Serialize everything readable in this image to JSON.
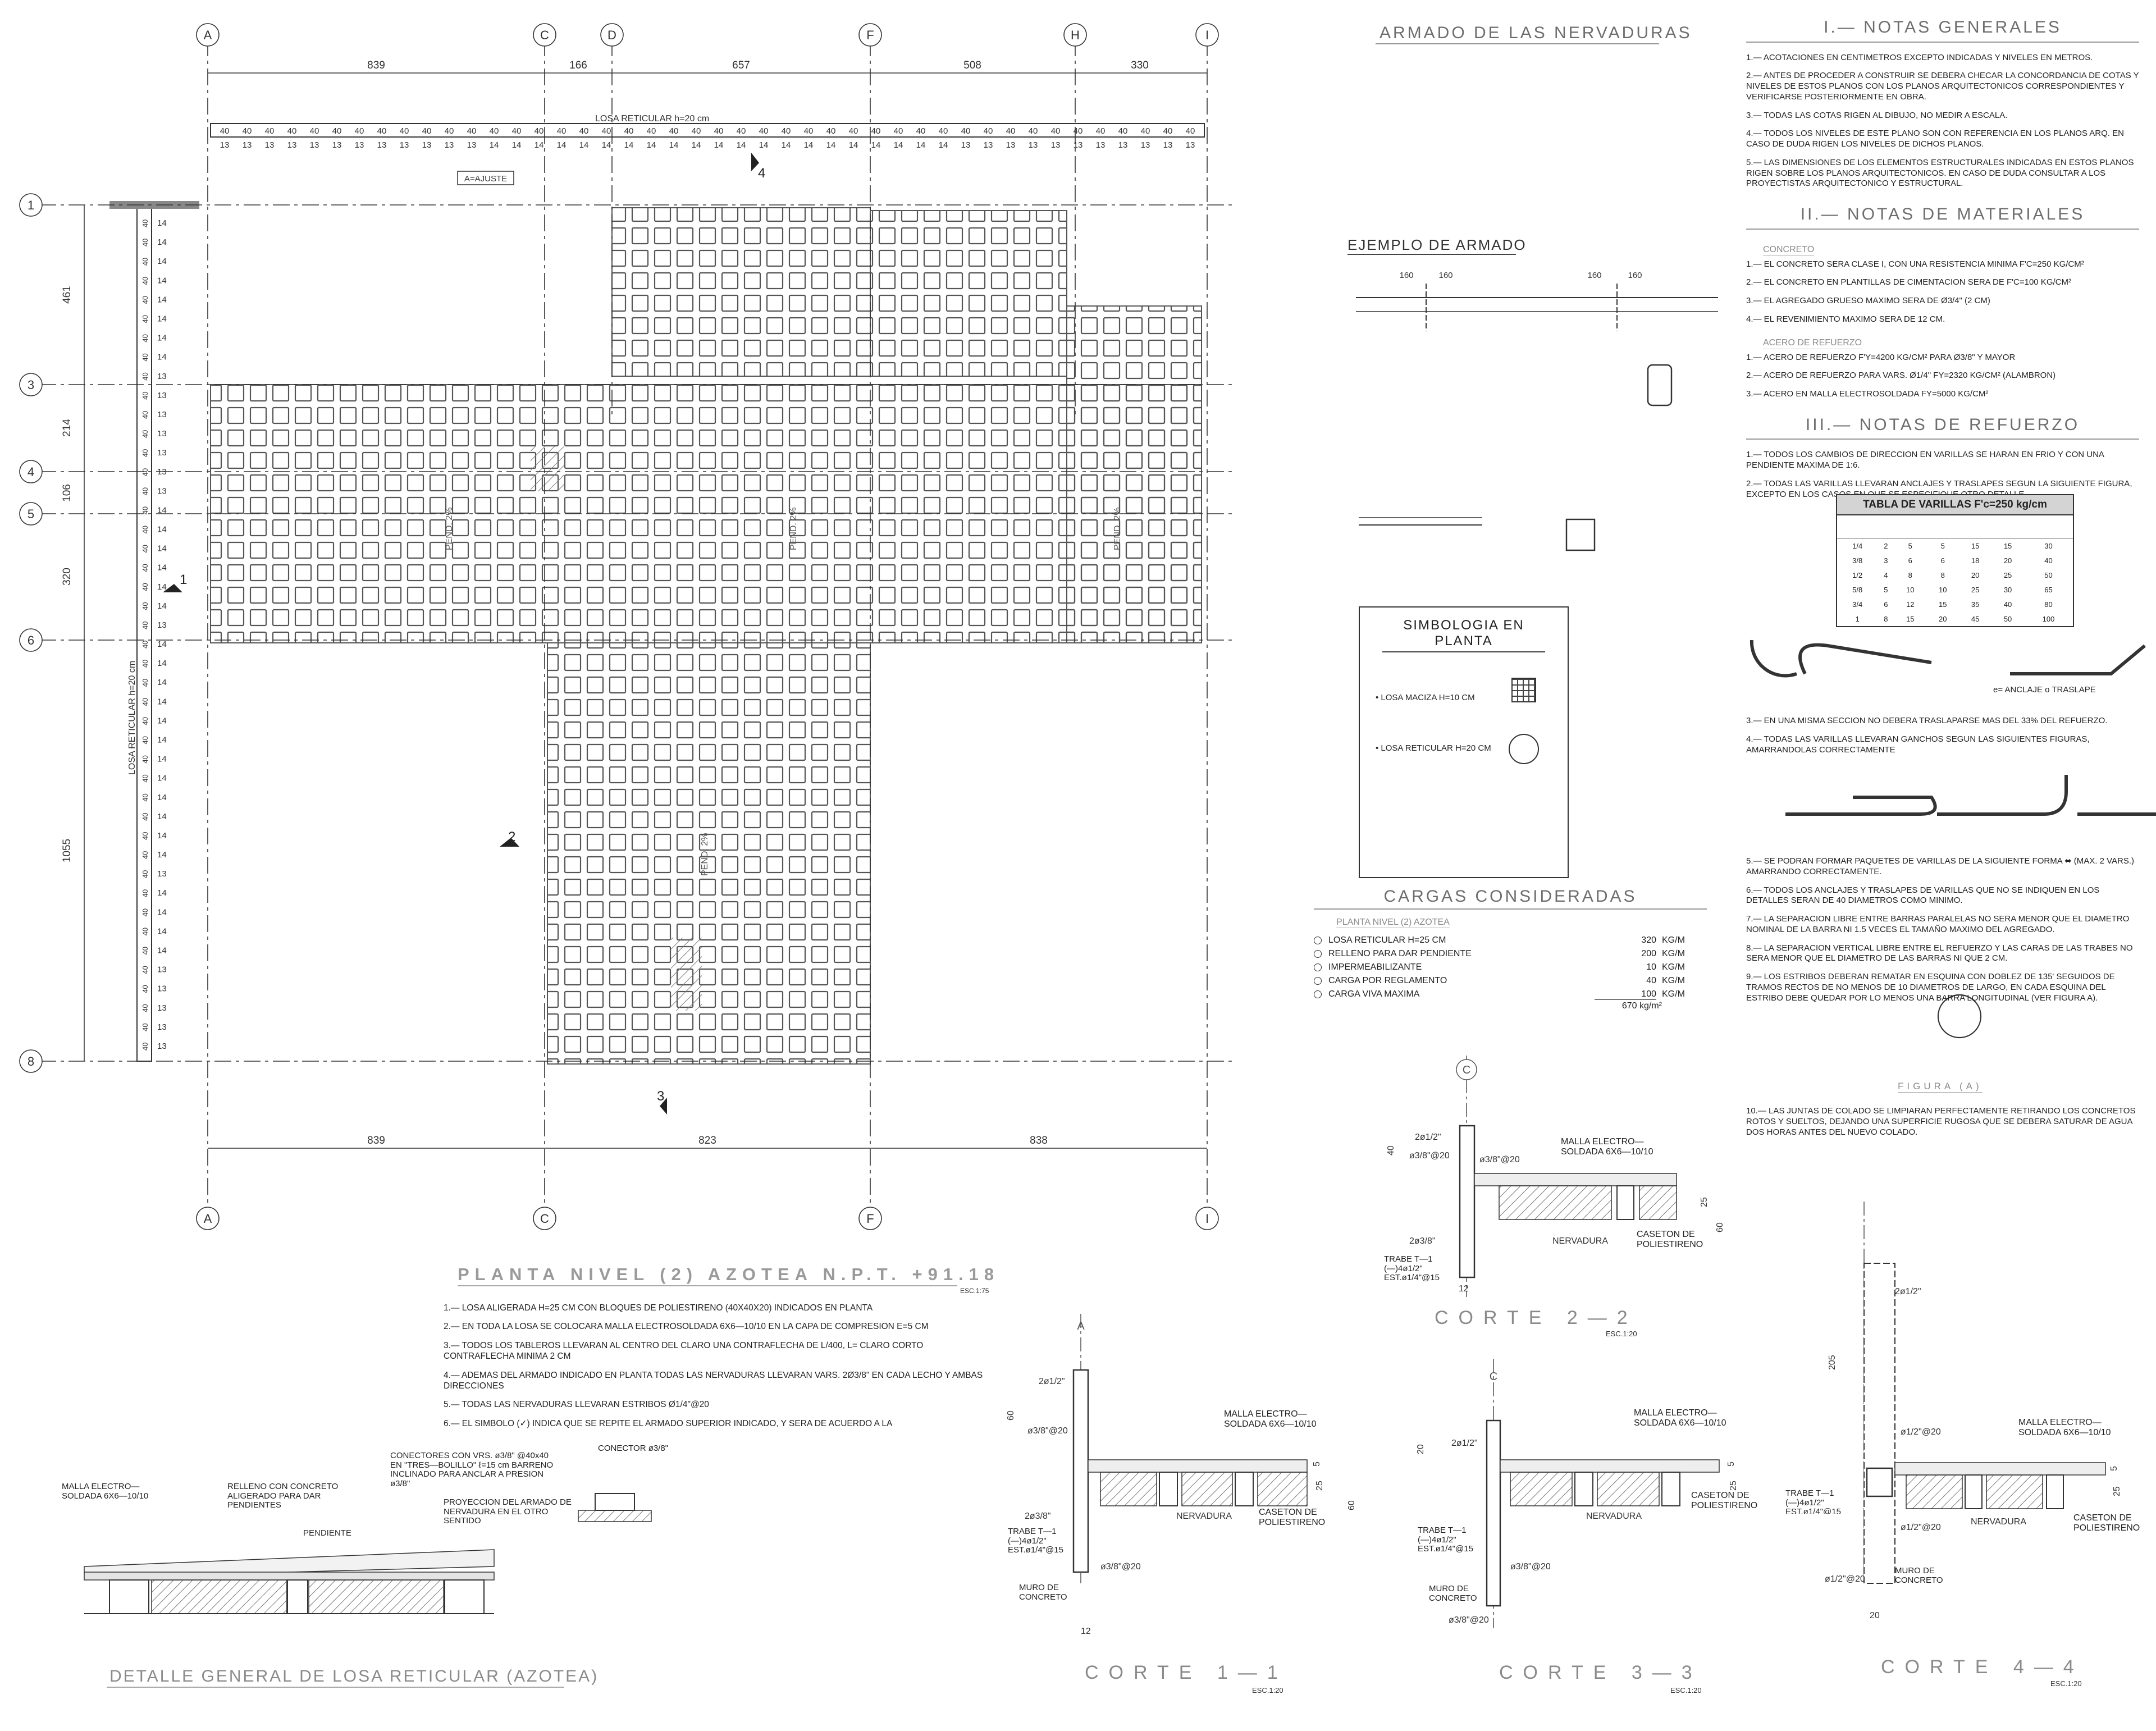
{
  "plan": {
    "title": "PLANTA NIVEL (2) AZOTEA N.P.T. +91.18",
    "scale": "ESC.1:75",
    "grid_cols_top": [
      "A",
      "C",
      "D",
      "F",
      "H",
      "I"
    ],
    "grid_cols_bottom": [
      "A",
      "C",
      "F",
      "I"
    ],
    "grid_rows": [
      "1",
      "3",
      "4",
      "5",
      "6",
      "8"
    ],
    "dims_top": [
      "839",
      "166",
      "657",
      "508",
      "330"
    ],
    "dims_bottom": [
      "839",
      "823",
      "838"
    ],
    "dims_left": [
      "461",
      "214",
      "106",
      "320",
      "1055"
    ],
    "losa_top_label": "LOSA RETICULAR h=20 cm",
    "losa_left_label": "LOSA RETICULAR h=20 cm",
    "ajuste": "A=AJUSTE",
    "rib_top_pattern": "40",
    "rib_top_values": "13 13 13 13 13 13 13 13 13 13 13 13 14 14 14 14 14 14 14 14 14 14 14 14 14 14 14 14 14 14 14 14 14 13 13 13 13 13 13 13 13 13 13 13",
    "rib_left_values": [
      "14",
      "14",
      "14",
      "14",
      "14",
      "14",
      "14",
      "14",
      "13",
      "13",
      "13",
      "13",
      "13",
      "13",
      "13",
      "14",
      "14",
      "14",
      "14",
      "14",
      "14",
      "13",
      "14",
      "14",
      "14",
      "14",
      "14",
      "14",
      "14",
      "14",
      "14",
      "14",
      "14",
      "14",
      "13",
      "14",
      "14",
      "14",
      "14",
      "13",
      "13",
      "13",
      "13",
      "13"
    ],
    "pend_label": "PEND. 2%",
    "section_marks": [
      "1",
      "2",
      "3",
      "4"
    ]
  },
  "slab_notes": [
    "1.— LOSA ALIGERADA h=25 cm CON BLOQUES DE POLIESTIRENO (40x40x20) INDICADOS EN PLANTA",
    "2.— EN TODA LA LOSA SE COLOCARA MALLA ELECTROSOLDADA 6x6—10/10 EN LA CAPA DE COMPRESION e=5 cm",
    "3.— TODOS LOS TABLEROS LLEVARAN AL CENTRO DEL CLARO UNA CONTRAFLECHA DE L/400,   L= CLARO CORTO CONTRAFLECHA MINIMA 2 cm",
    "4.— ADEMAS DEL ARMADO INDICADO EN PLANTA TODAS LAS NERVADURAS LLEVARAN VARS. 2ø3/8\" EN CADA LECHO Y AMBAS DIRECCIONES",
    "5.— TODAS LAS NERVADURAS LLEVARAN ESTRIBOS ø1/4\"@20",
    "6.— EL SIMBOLO (✓) INDICA QUE SE REPITE EL ARMADO SUPERIOR INDICADO, Y SERA DE ACUERDO A LA"
  ],
  "detail": {
    "title": "DETALLE GENERAL DE LOSA RETICULAR (AZOTEA)",
    "malla": "MALLA ELECTRO— SOLDADA 6x6—10/10",
    "relleno": "RELLENO CON CONCRETO ALIGERADO PARA DAR PENDIENTES",
    "pendiente": "PENDIENTE",
    "conectores": "CONECTORES CON VRS. ø3/8\" @40x40 EN \"TRES—BOLILLO\" ℓ=15 cm BARRENO INCLINADO PARA ANCLAR A PRESION ø3/8\"",
    "proyeccion": "PROYECCION DEL ARMADO DE NERVADURA EN EL OTRO SENTIDO",
    "conector": "CONECTOR ø3/8\""
  },
  "armado": {
    "title": "ARMADO DE LAS NERVADURAS",
    "ejemplo": "EJEMPLO DE ARMADO",
    "dims": [
      "160",
      "160",
      "160",
      "160"
    ]
  },
  "simbologia": {
    "title": "SIMBOLOGIA EN PLANTA",
    "maciza": "•  LOSA MACIZA h=10 cm",
    "reticular": "•  LOSA RETICULAR h=20 cm"
  },
  "cargas": {
    "title": "CARGAS CONSIDERADAS",
    "sub": "PLANTA NIVEL (2) AZOTEA",
    "rows": [
      {
        "label": "LOSA RETICULAR h=25 cm",
        "val": "320",
        "unit": "kg/m"
      },
      {
        "label": "RELLENO PARA DAR PENDIENTE",
        "val": "200",
        "unit": "kg/m"
      },
      {
        "label": "IMPERMEABILIZANTE",
        "val": "10",
        "unit": "kg/m"
      },
      {
        "label": "CARGA POR REGLAMENTO",
        "val": "40",
        "unit": "kg/m"
      },
      {
        "label": "CARGA VIVA MAXIMA",
        "val": "100",
        "unit": "kg/m"
      }
    ],
    "total": "670  kg/m²"
  },
  "notas_generales": {
    "title": "I.— NOTAS GENERALES",
    "items": [
      "1.— ACOTACIONES EN CENTIMETROS EXCEPTO INDICADAS Y NIVELES EN METROS.",
      "2.— ANTES DE PROCEDER A CONSTRUIR SE DEBERA CHECAR LA CONCORDANCIA DE COTAS Y NIVELES DE ESTOS PLANOS CON LOS PLANOS ARQUITECTONICOS CORRESPONDIENTES Y VERIFICARSE POSTERIORMENTE EN OBRA.",
      "3.— TODAS LAS COTAS RIGEN AL DIBUJO, NO MEDIR A ESCALA.",
      "4.— TODOS LOS NIVELES DE ESTE PLANO SON CON REFERENCIA EN LOS PLANOS ARQ. EN CASO DE DUDA RIGEN LOS NIVELES DE DICHOS PLANOS.",
      "5.— LAS DIMENSIONES DE LOS ELEMENTOS ESTRUCTURALES INDICADAS EN ESTOS PLANOS RIGEN SOBRE LOS PLANOS ARQUITECTONICOS. EN CASO DE DUDA CONSULTAR A LOS PROYECTISTAS ARQUITECTONICO Y ESTRUCTURAL."
    ]
  },
  "notas_materiales": {
    "title": "II.— NOTAS DE MATERIALES",
    "concreto": "CONCRETO",
    "concreto_items": [
      "1.— EL CONCRETO SERA CLASE I, CON UNA RESISTENCIA MINIMA f'c=250 kg/cm²",
      "2.— EL CONCRETO EN PLANTILLAS DE CIMENTACION SERA DE F'c=100 kg/cm²",
      "3.— EL AGREGADO GRUESO MAXIMO SERA DE ø3/4\" (2 cm)",
      "4.— EL REVENIMIENTO MAXIMO SERA DE 12 CM."
    ],
    "acero": "ACERO DE REFUERZO",
    "acero_items": [
      "1.— ACERO DE REFUERZO F'y=4200 kg/cm² PARA ø3/8\" Y MAYOR",
      "2.— ACERO DE REFUERZO PARA VARS. ø1/4\" fy=2320 kg/cm² (ALAMBRON)",
      "3.— ACERO EN MALLA ELECTROSOLDADA fy=5000 kg/cm²"
    ]
  },
  "notas_refuerzo": {
    "title": "III.— NOTAS DE REFUERZO",
    "items_a": [
      "1.— TODOS LOS CAMBIOS DE DIRECCION EN VARILLAS SE HARAN EN FRIO Y CON UNA PENDIENTE MAXIMA DE 1:6.",
      "2.— TODAS LAS VARILLAS LLEVARAN ANCLAJES Y TRASLAPES SEGUN LA SIGUIENTE FIGURA, EXCEPTO EN LOS CASOS EN QUE SE ESPECIFIQUE OTRO DETALLE."
    ],
    "anclaje": "e= ANCLAJE o TRASLAPE",
    "items_b": [
      "3.— EN UNA MISMA SECCION NO DEBERA TRASLAPARSE MAS DEL 33% DEL REFUERZO.",
      "4.— TODAS LAS VARILLAS LLEVARAN GANCHOS SEGUN LAS SIGUIENTES FIGURAS, AMARRANDOLAS CORRECTAMENTE"
    ],
    "items_c": [
      "5.— SE PODRAN FORMAR PAQUETES DE VARILLAS DE LA SIGUIENTE FORMA ⬌ (MAX. 2 VARS.) AMARRANDO CORRECTAMENTE.",
      "6.— TODOS LOS ANCLAJES Y TRASLAPES DE VARILLAS QUE NO SE INDIQUEN EN LOS DETALLES SERAN DE 40 DIAMETROS COMO MINIMO.",
      "7.— LA SEPARACION LIBRE ENTRE BARRAS PARALELAS NO SERA MENOR QUE EL DIAMETRO NOMINAL DE LA BARRA NI 1.5 VECES EL TAMAÑO MAXIMO DEL AGREGADO.",
      "8.— LA SEPARACION VERTICAL LIBRE ENTRE EL REFUERZO Y LAS CARAS DE LAS TRABES NO SERA MENOR QUE EL DIAMETRO DE LAS BARRAS NI QUE 2 CM.",
      "9.— LOS ESTRIBOS DEBERAN REMATAR EN ESQUINA CON DOBLEZ DE 135' SEGUIDOS DE TRAMOS RECTOS DE NO MENOS DE 10 DIAMETROS DE LARGO, EN CADA ESQUINA DEL ESTRIBO DEBE QUEDAR POR LO MENOS UNA BARRA LONGITUDINAL (VER FIGURA A)."
    ],
    "figura": "FIGURA (A)",
    "item_10": "10.— LAS JUNTAS DE COLADO SE LIMPIARAN PERFECTAMENTE RETIRANDO LOS CONCRETOS ROTOS Y SUELTOS, DEJANDO UNA SUPERFICIE RUGOSA QUE SE DEBERA SATURAR DE AGUA DOS HORAS ANTES DEL NUEVO COLADO."
  },
  "tabla": {
    "title": "TABLA DE VARILLAS F'c=250 kg/cm",
    "rows": [
      [
        "1/4",
        "2",
        "5",
        "5",
        "15",
        "15",
        "30"
      ],
      [
        "3/8",
        "3",
        "6",
        "6",
        "18",
        "20",
        "40"
      ],
      [
        "1/2",
        "4",
        "8",
        "8",
        "20",
        "25",
        "50"
      ],
      [
        "5/8",
        "5",
        "10",
        "10",
        "25",
        "30",
        "65"
      ],
      [
        "3/4",
        "6",
        "12",
        "15",
        "35",
        "40",
        "80"
      ],
      [
        "1",
        "8",
        "15",
        "20",
        "45",
        "50",
        "100"
      ]
    ]
  },
  "cortes": {
    "c11": {
      "title": "CORTE 1—1",
      "scale": "ESC.1:20",
      "axis": "A"
    },
    "c22": {
      "title": "CORTE 2—2",
      "scale": "ESC.1:20",
      "axis": "C"
    },
    "c33": {
      "title": "CORTE 3—3",
      "scale": "ESC.1:20",
      "axis": "C"
    },
    "c44": {
      "title": "CORTE 4—4",
      "scale": "ESC.1:20"
    },
    "labels": {
      "malla": "MALLA ELECTRO— SOLDADA 6x6—10/10",
      "nervadura": "NERVADURA",
      "caseton": "CASETON DE POLIESTIRENO",
      "muro": "MURO DE CONCRETO",
      "trabe_a": "TRABE T—1 (—)4ø1/2\" EST.ø1/4\"@15",
      "v2_12": "2ø1/2\"",
      "v38_20": "ø3/8\"@20",
      "v2_38": "2ø3/8\"",
      "v12_20": "ø1/2\"@20",
      "d60": "60",
      "d40": "40",
      "d25": "25",
      "d5": "5",
      "d12": "12",
      "d20": "20",
      "d205": "205"
    }
  }
}
